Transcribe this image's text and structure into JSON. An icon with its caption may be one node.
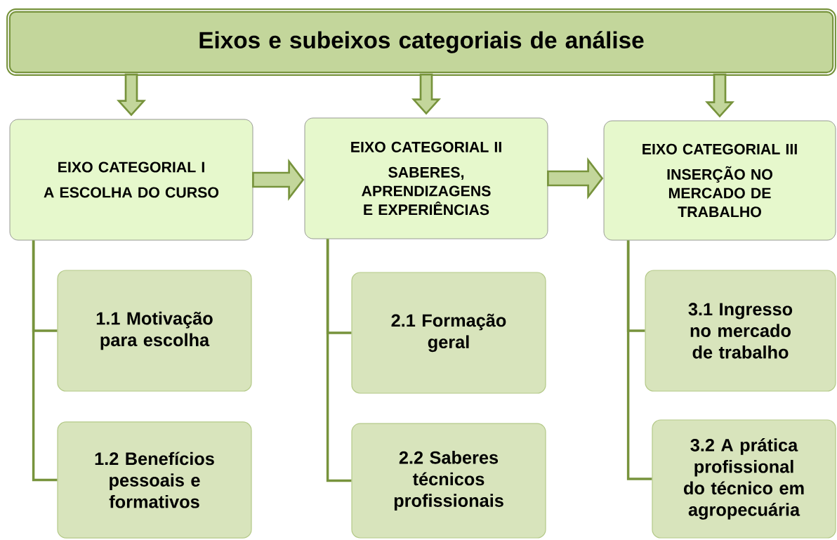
{
  "diagram": {
    "nodes": [
      {
        "text": [
          "Eixos e subeixos categoriais de análise"
        ]
      },
      {
        "text": [
          "EIXO CATEGORIAL I",
          "A ESCOLHA DO CURSO"
        ]
      },
      {
        "text": [
          "EIXO CATEGORIAL II",
          "SABERES, APRENDIZAGENS E EXPERIÊNCIAS"
        ]
      },
      {
        "text": [
          "EIXO CATEGORIAL III",
          "INSERÇÃO NO MERCADO DE TRABALHO"
        ]
      },
      {
        "text": [
          "1.1 Motivação para escolha"
        ]
      },
      {
        "text": [
          "1.2 Benefícios pessoais e formativos"
        ]
      },
      {
        "text": [
          "2.1 Formação geral"
        ]
      },
      {
        "text": [
          "2.2 Saberes técnicos profissionais"
        ]
      },
      {
        "text": [
          "3.1 Ingresso no mercado de trabalho"
        ]
      },
      {
        "text": [
          "3.2 A prática profissional do técnico em agropecuária"
        ]
      }
    ],
    "edges": [
      {
        "from": 0,
        "to": 1,
        "arrow": "to",
        "style": "thick"
      },
      {
        "from": 0,
        "to": 2,
        "arrow": "to",
        "style": "thick"
      },
      {
        "from": 0,
        "to": 3,
        "arrow": "to",
        "style": "thick"
      },
      {
        "from": 1,
        "to": 2,
        "arrow": "to",
        "style": "thick"
      },
      {
        "from": 2,
        "to": 3,
        "arrow": "to",
        "style": "thick"
      },
      {
        "from": 1,
        "to": 4,
        "arrow": "none"
      },
      {
        "from": 1,
        "to": 5,
        "arrow": "none"
      },
      {
        "from": 2,
        "to": 6,
        "arrow": "none"
      },
      {
        "from": 2,
        "to": 7,
        "arrow": "none"
      },
      {
        "from": 3,
        "to": 8,
        "arrow": "none"
      },
      {
        "from": 3,
        "to": 9,
        "arrow": "none"
      }
    ]
  }
}
